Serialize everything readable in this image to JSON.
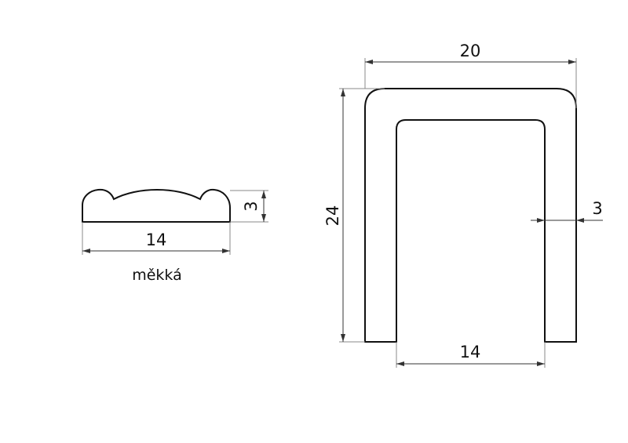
{
  "soft_profile": {
    "label": "měkká",
    "dim_width": "14",
    "dim_height": "3"
  },
  "u_profile": {
    "dim_outer_width": "20",
    "dim_height": "24",
    "dim_thickness": "3",
    "dim_inner_width": "14"
  }
}
